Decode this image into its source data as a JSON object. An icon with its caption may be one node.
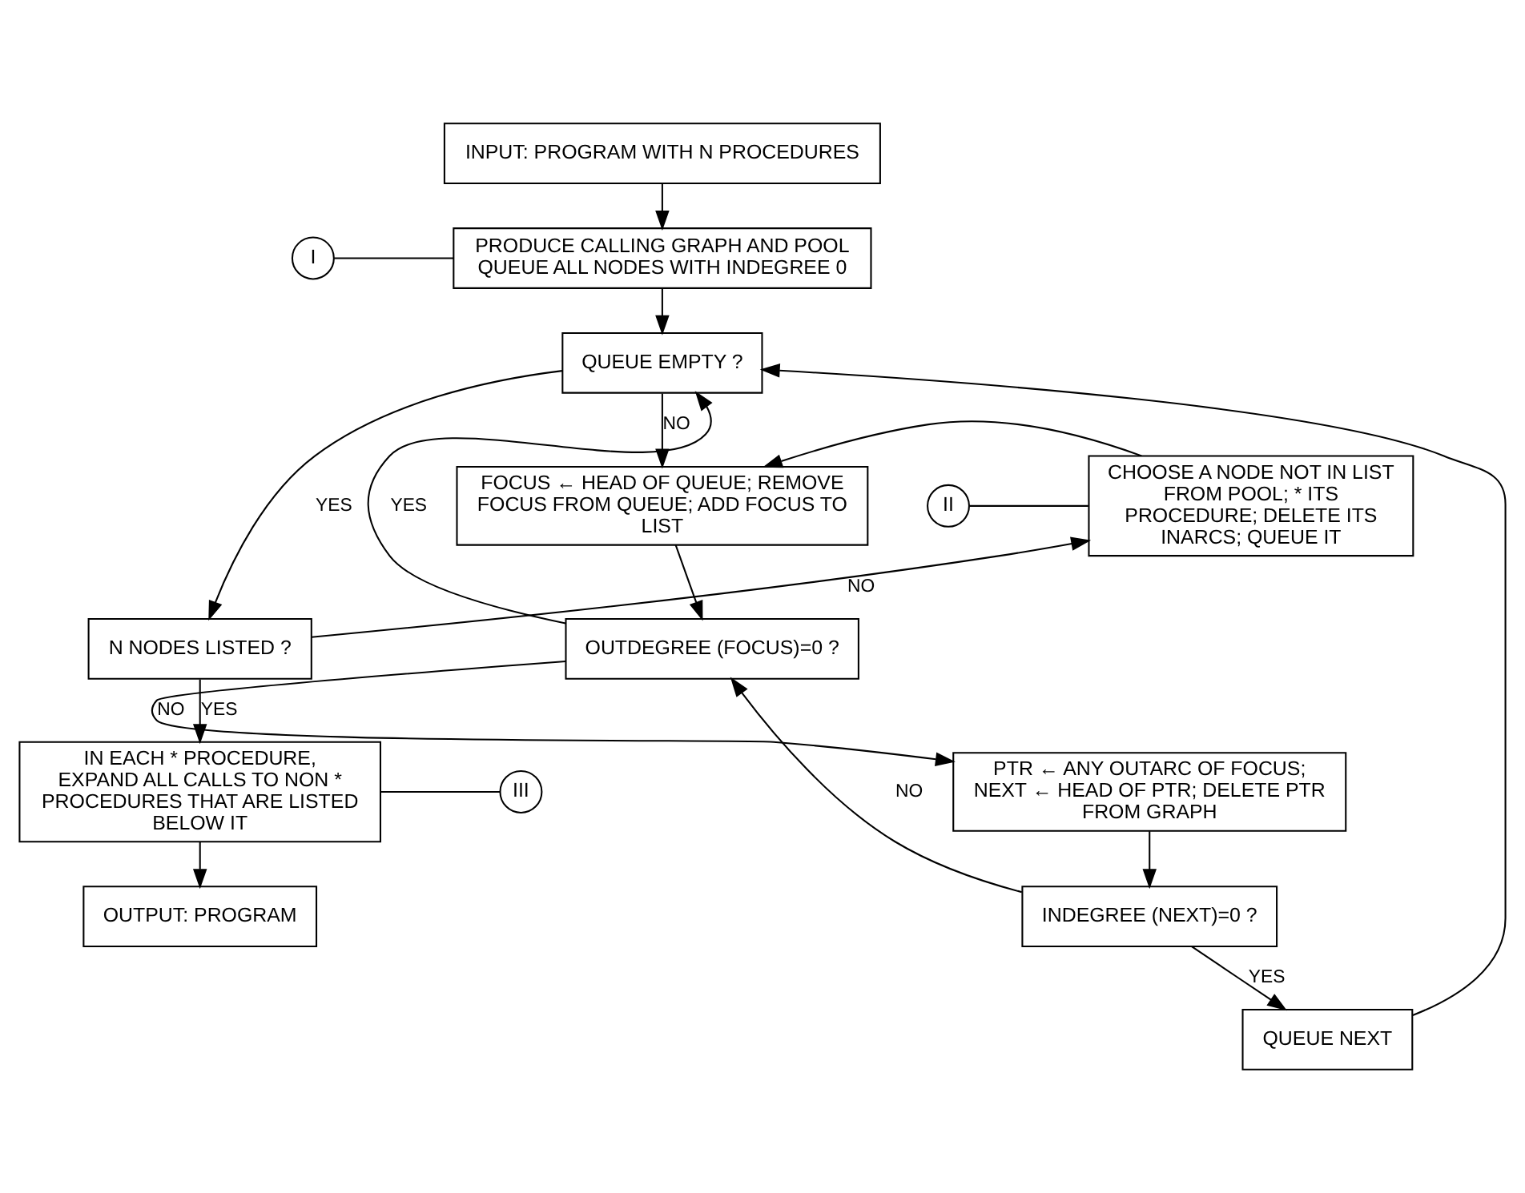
{
  "diagram": {
    "nodes": [
      {
        "text": [
          "INPUT: PROGRAM WITH N PROCEDURES"
        ]
      },
      {
        "text": [
          "I"
        ]
      },
      {
        "text": [
          "PRODUCE CALLING GRAPH AND POOL QUEUE ALL NODES WITH INDEGREE 0"
        ]
      },
      {
        "text": [
          "QUEUE EMPTY ?"
        ]
      },
      {
        "text": [
          "II"
        ]
      },
      {
        "text": [
          "CHOOSE A NODE NOT IN LIST FROM POOL; * ITS PROCEDURE; DELETE ITS INARCS; QUEUE IT"
        ]
      },
      {
        "text": [
          "FOCUS ← HEAD OF QUEUE; REMOVE FOCUS FROM QUEUE; ADD FOCUS TO LIST"
        ]
      },
      {
        "text": [
          "OUTDEGREE (FOCUS)=0 ?"
        ]
      },
      {
        "text": [
          "N NODES LISTED ?"
        ]
      },
      {
        "text": [
          "III"
        ]
      },
      {
        "text": [
          "IN EACH * PROCEDURE, EXPAND ALL CALLS TO NON * PROCEDURES THAT ARE LISTED BELOW IT"
        ]
      },
      {
        "text": [
          "PTR ← ANY OUTARC OF FOCUS; NEXT ← HEAD OF PTR; DELETE PTR FROM GRAPH"
        ]
      },
      {
        "text": [
          "INDEGREE (NEXT)=0 ?"
        ]
      },
      {
        "text": [
          "OUTPUT: PROGRAM"
        ]
      },
      {
        "text": [
          "QUEUE NEXT"
        ]
      }
    ],
    "edges": [
      {
        "from": 0,
        "to": 2,
        "arrow": "to"
      },
      {
        "from": 1,
        "to": 2,
        "arrow": "none"
      },
      {
        "from": 2,
        "to": 3,
        "arrow": "to"
      },
      {
        "from": 3,
        "to": 8,
        "arrow": "to",
        "label": "YES"
      },
      {
        "from": 3,
        "to": 6,
        "arrow": "to",
        "label": "NO"
      },
      {
        "from": 4,
        "to": 5,
        "arrow": "none"
      },
      {
        "from": 5,
        "to": 6,
        "arrow": "to"
      },
      {
        "from": 8,
        "to": 5,
        "arrow": "to",
        "label": "NO"
      },
      {
        "from": 8,
        "to": 10,
        "arrow": "to",
        "label": "YES"
      },
      {
        "from": 9,
        "to": 10,
        "arrow": "none"
      },
      {
        "from": 10,
        "to": 13,
        "arrow": "to"
      },
      {
        "from": 6,
        "to": 7,
        "arrow": "to"
      },
      {
        "from": 7,
        "to": 3,
        "arrow": "to",
        "label": "YES"
      },
      {
        "from": 7,
        "to": 11,
        "arrow": "to",
        "label": "NO"
      },
      {
        "from": 11,
        "to": 12,
        "arrow": "to"
      },
      {
        "from": 12,
        "to": 7,
        "arrow": "to",
        "label": "NO"
      },
      {
        "from": 12,
        "to": 14,
        "arrow": "to",
        "label": "YES"
      },
      {
        "from": 14,
        "to": 3,
        "arrow": "to"
      }
    ]
  }
}
